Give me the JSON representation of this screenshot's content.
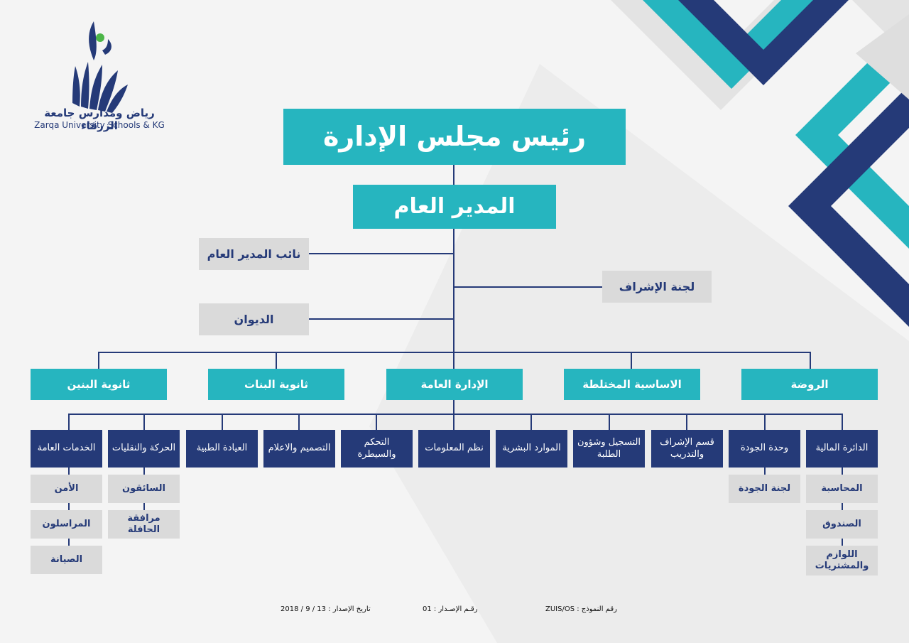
{
  "logo": {
    "name_ar": "رياض ومدارس جامعة الزرقاء",
    "name_en": "Zarqa University Schools & KG"
  },
  "colors": {
    "teal": "#26b5bf",
    "navy": "#253a78",
    "gray": "#dadada"
  },
  "chart": {
    "chairman": "رئيس مجلس الإدارة",
    "general_manager": "المدير العام",
    "deputy": "نائب المدير العام",
    "supervision_committee": "لجنة الإشراف",
    "diwan": "الديوان",
    "branches": [
      "ثانوية البنين",
      "ثانوية البنات",
      "الإدارة العامة",
      "الاساسية المختلطة",
      "الروضة"
    ],
    "departments": [
      "الخدمات العامة",
      "الحركة والنقليات",
      "العيادة الطبية",
      "التصميم والاعلام",
      "التحكم والسيطرة",
      "نظم المعلومات",
      "الموارد البشرية",
      "التسجيل وشؤون الطلبة",
      "قسم الإشراف والتدريب",
      "وحدة الجودة",
      "الدائرة المالية"
    ],
    "general_services_units": [
      "الأمن",
      "المراسلون",
      "الصيانة"
    ],
    "transport_units": [
      "السائقون",
      "مرافقة الحافلة"
    ],
    "quality_units": [
      "لجنة الجودة"
    ],
    "finance_units": [
      "المحاسبة",
      "الصندوق",
      "اللوازم والمشتريات"
    ]
  },
  "footer": {
    "issue_date": "تاريخ الإصدار : 13 / 9 / 2018",
    "issue_number": "رقـم الإصـدار : 01",
    "form_number": "رقم النموذج : ZUIS/OS"
  }
}
